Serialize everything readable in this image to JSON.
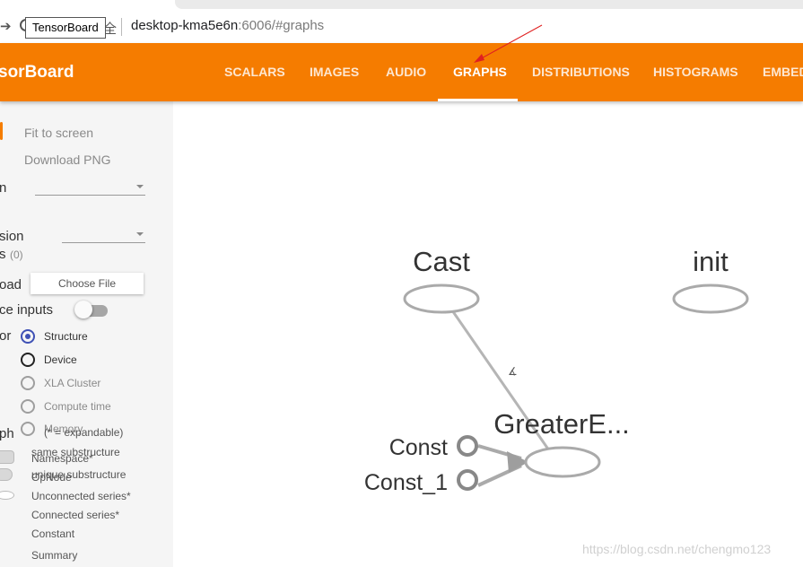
{
  "browser": {
    "tooltip": "TensorBoard",
    "secure_glyph": "全",
    "url_host": "desktop-kma5e6n",
    "url_rest": ":6006/#graphs"
  },
  "header": {
    "brand": "sorBoard",
    "tabs": [
      {
        "label": "SCALARS",
        "active": false
      },
      {
        "label": "IMAGES",
        "active": false
      },
      {
        "label": "AUDIO",
        "active": false
      },
      {
        "label": "GRAPHS",
        "active": true
      },
      {
        "label": "DISTRIBUTIONS",
        "active": false
      },
      {
        "label": "HISTOGRAMS",
        "active": false
      },
      {
        "label": "EMBED",
        "active": false
      }
    ]
  },
  "sidebar": {
    "fit_to_screen": "Fit to screen",
    "download_png": "Download PNG",
    "run_label": "n",
    "session_label_1": "sion",
    "session_label_2": "s",
    "session_count": "(0)",
    "upload_label": "oad",
    "choose_file": "Choose File",
    "trace_inputs": "ce inputs",
    "color_label": "or",
    "color_options": [
      {
        "label": "Structure",
        "checked": true
      },
      {
        "label": "Device",
        "checked": false
      },
      {
        "label": "XLA Cluster",
        "checked": false
      },
      {
        "label": "Compute time",
        "checked": false
      },
      {
        "label": "Memory",
        "checked": false
      }
    ],
    "graph_label": "ph",
    "legend_expandable": "(* = expandable)",
    "legend_same_substructure": "same substructure",
    "legend_namespace": "Namespace*",
    "legend_unique_substructure": "unique substructure",
    "legend_opnode": "OpNode",
    "legend_unconnected": "Unconnected series*",
    "legend_connected": "Connected series*",
    "legend_constant": "Constant",
    "legend_summary": "Summary"
  },
  "graph": {
    "nodes": {
      "cast": "Cast",
      "init": "init",
      "greater": "GreaterE...",
      "const": "Const",
      "const_1": "Const_1"
    },
    "edge_label": "∡"
  },
  "watermark": "https://blog.csdn.net/chengmo123"
}
